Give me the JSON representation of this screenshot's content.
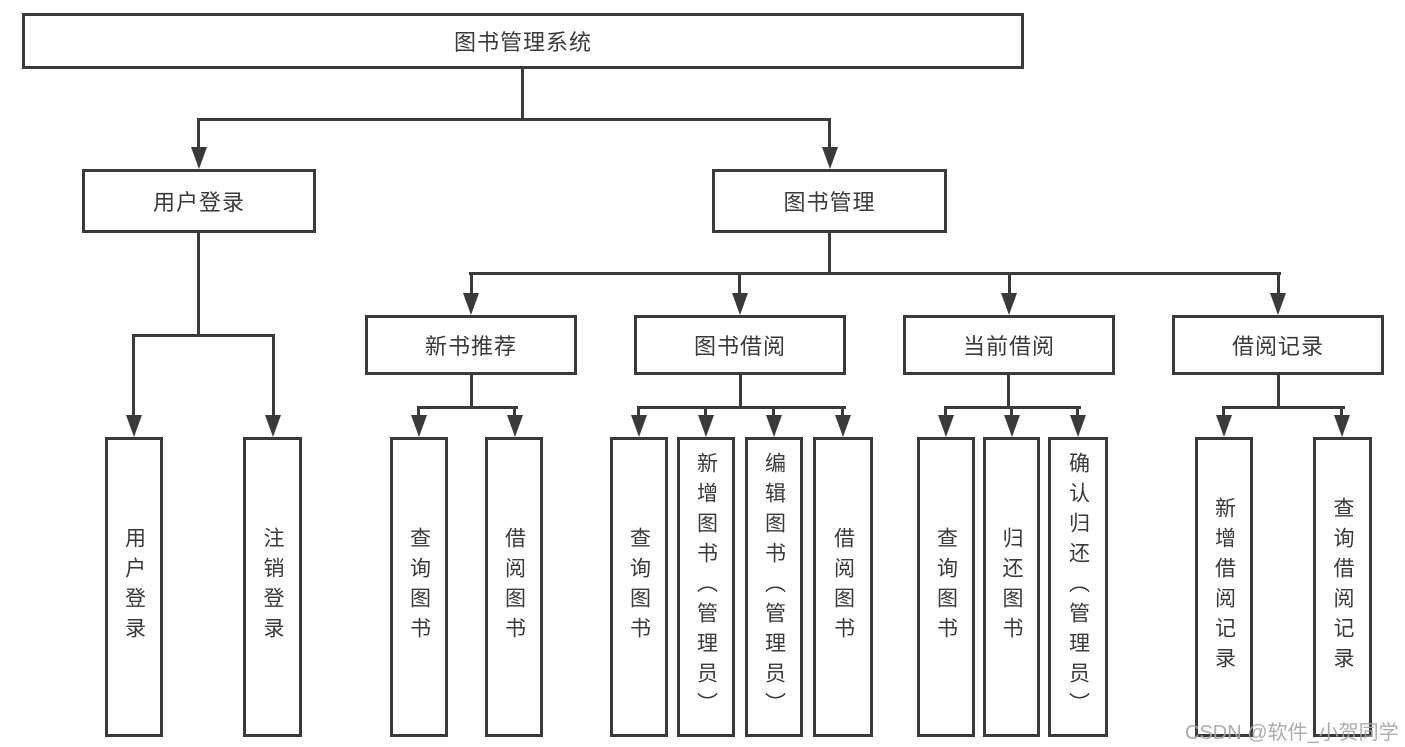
{
  "diagram_type": "hierarchy-structure-diagram",
  "colors": {
    "line": "#3a3a3a",
    "text": "#3a3a3a",
    "box_background": "#ffffff",
    "page_background": "#ffffff",
    "watermark": "#a5a5a5"
  },
  "tree": {
    "root": {
      "label": "图书管理系统"
    },
    "branches": [
      {
        "label": "用户登录",
        "children": [
          {
            "label": "用户登录"
          },
          {
            "label": "注销登录"
          }
        ]
      },
      {
        "label": "图书管理",
        "children": [
          {
            "label": "新书推荐",
            "children": [
              {
                "label": "查询图书"
              },
              {
                "label": "借阅图书"
              }
            ]
          },
          {
            "label": "图书借阅",
            "children": [
              {
                "label": "查询图书"
              },
              {
                "label": "新增图书（管理员）"
              },
              {
                "label": "编辑图书（管理员）"
              },
              {
                "label": "借阅图书"
              }
            ]
          },
          {
            "label": "当前借阅",
            "children": [
              {
                "label": "查询图书"
              },
              {
                "label": "归还图书"
              },
              {
                "label": "确认归还（管理员）"
              }
            ]
          },
          {
            "label": "借阅记录",
            "children": [
              {
                "label": "新增借阅记录"
              },
              {
                "label": "查询借阅记录"
              }
            ]
          }
        ]
      }
    ]
  },
  "watermark": {
    "text": "CSDN @软件_小贺同学"
  }
}
